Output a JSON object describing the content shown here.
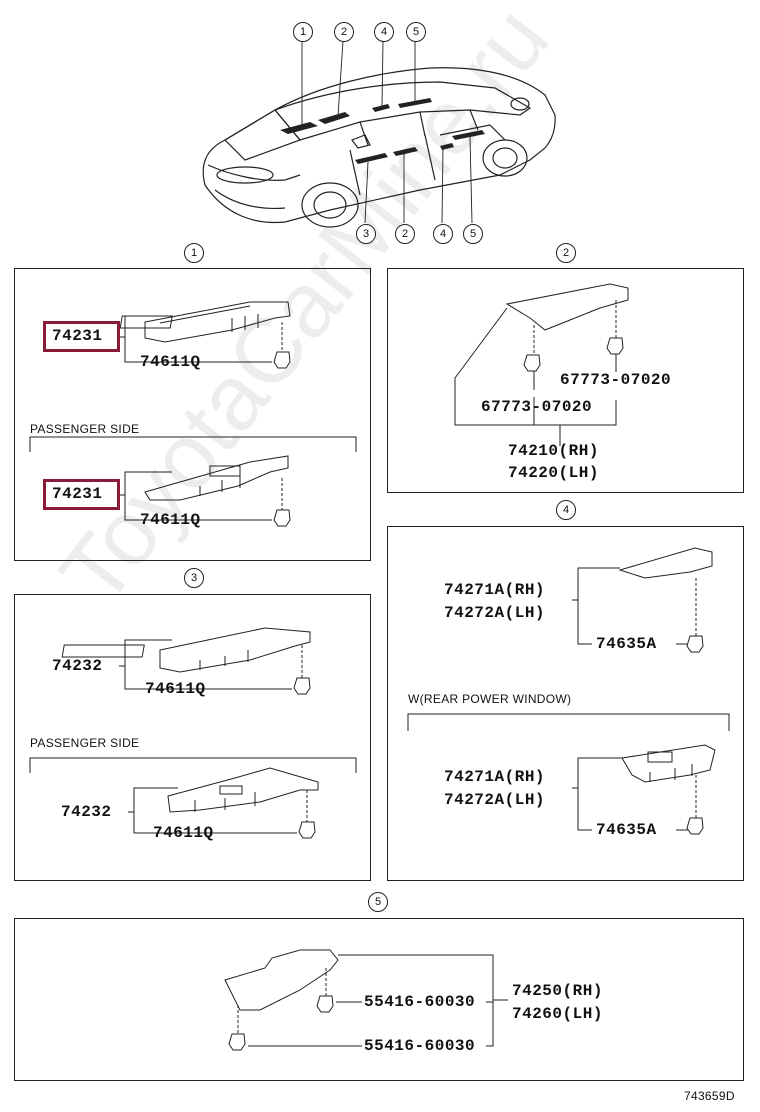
{
  "callouts": {
    "c1": "1",
    "c2": "2",
    "c3": "3",
    "c4": "4",
    "c5": "5"
  },
  "car_callouts": {
    "top": [
      "1",
      "2",
      "4",
      "5"
    ],
    "bottom": [
      "3",
      "2",
      "4",
      "5"
    ]
  },
  "panel1": {
    "driver_part": "74231",
    "driver_clip": "74611Q",
    "passenger_title": "PASSENGER SIDE",
    "passenger_part": "74231",
    "passenger_clip": "74611Q"
  },
  "panel2": {
    "clip_right": "67773-07020",
    "clip_left": "67773-07020",
    "part_rh": "74210(RH)",
    "part_lh": "74220(LH)"
  },
  "panel3": {
    "driver_part": "74232",
    "driver_clip": "74611Q",
    "passenger_title": "PASSENGER SIDE",
    "passenger_part": "74232",
    "passenger_clip": "74611Q"
  },
  "panel4": {
    "top_rh": "74271A(RH)",
    "top_lh": "74272A(LH)",
    "top_clip": "74635A",
    "section_title": "W(REAR POWER WINDOW)",
    "bot_rh": "74271A(RH)",
    "bot_lh": "74272A(LH)",
    "bot_clip": "74635A"
  },
  "panel5": {
    "clip_upper": "55416-60030",
    "clip_lower": "55416-60030",
    "part_rh": "74250(RH)",
    "part_lh": "74260(LH)"
  },
  "figure_code": "743659D",
  "watermark": "ToyotaCarMine.ru",
  "highlight_color": "#8a1c3a"
}
